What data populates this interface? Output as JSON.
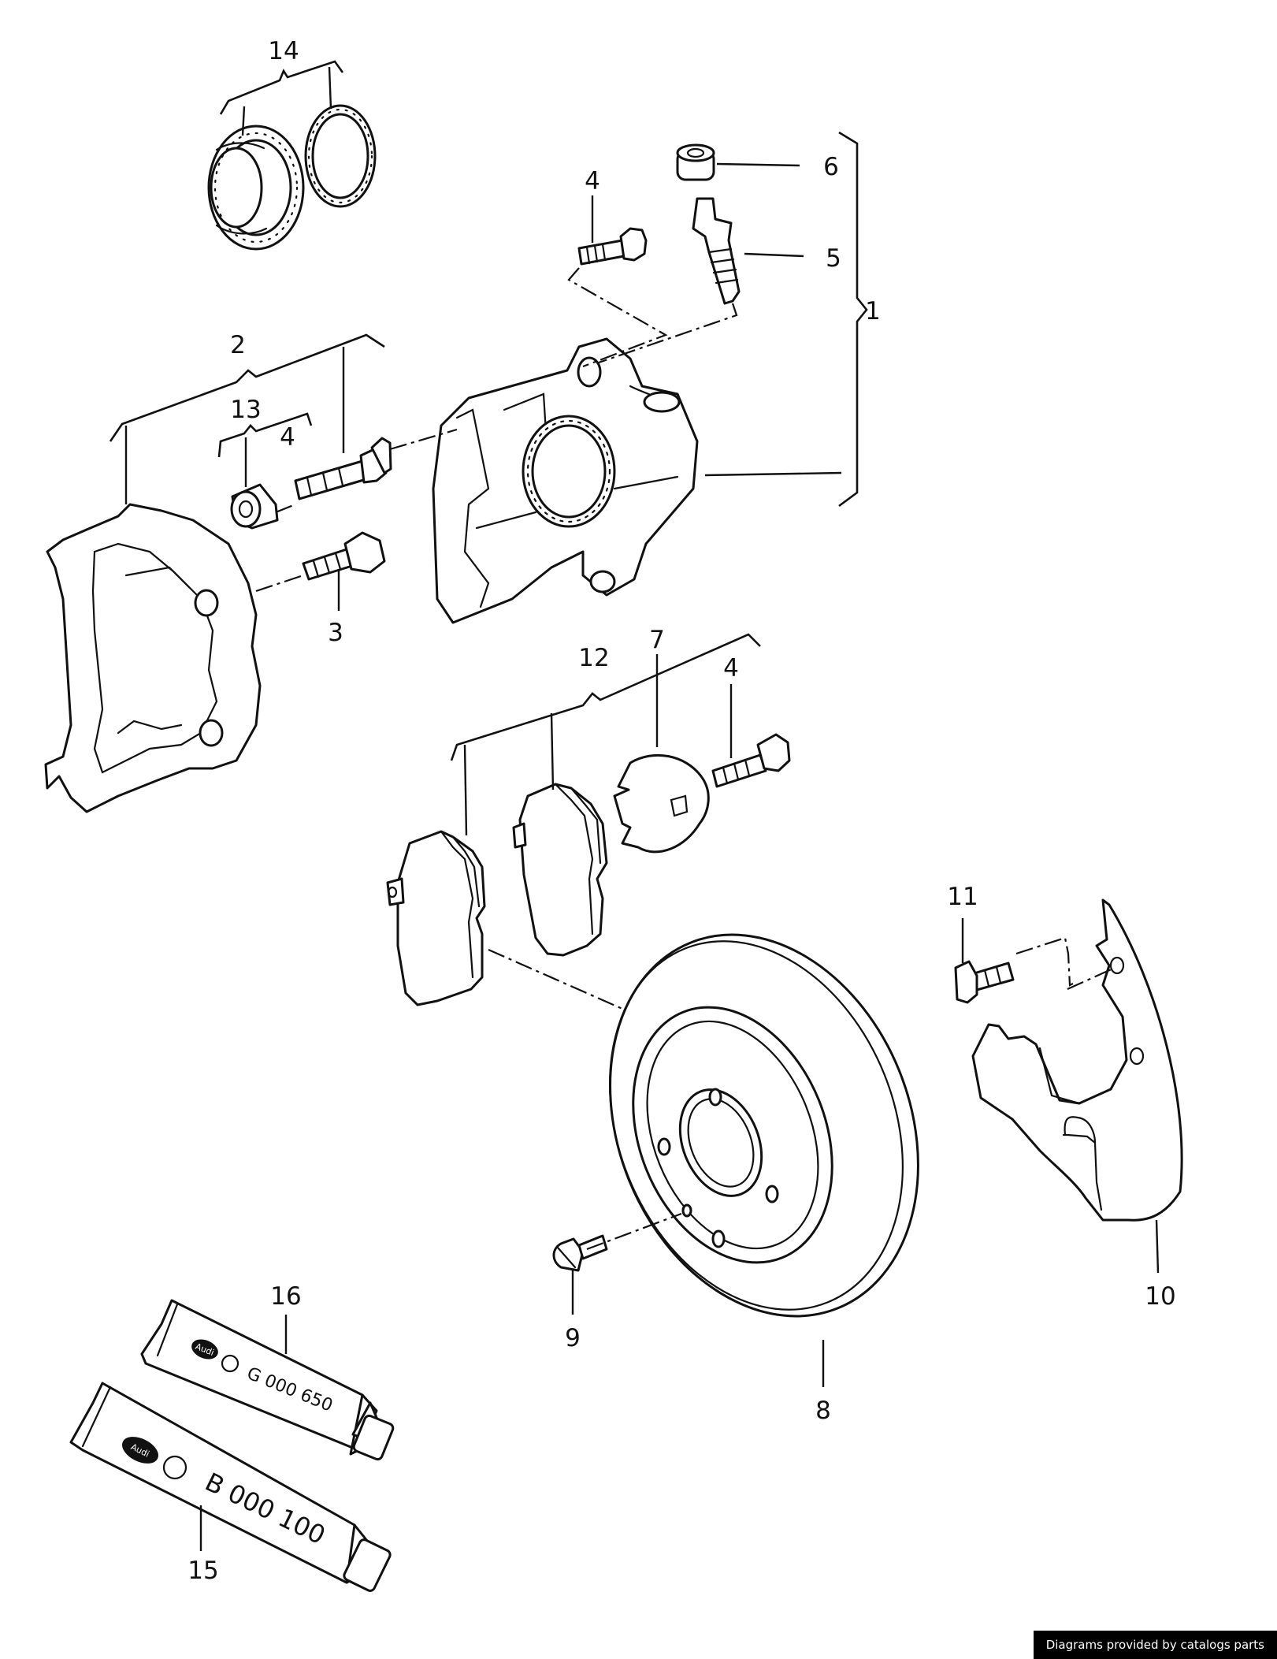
{
  "callouts": {
    "c1": "1",
    "c2": "2",
    "c3": "3",
    "c4a": "4",
    "c4b": "4",
    "c4c": "4",
    "c5": "5",
    "c6": "6",
    "c7": "7",
    "c8": "8",
    "c9": "9",
    "c10": "10",
    "c11": "11",
    "c12": "12",
    "c13": "13",
    "c14": "14",
    "c15": "15",
    "c16": "16"
  },
  "tubes": {
    "tube_16_code": "G 000 650",
    "tube_15_code": "B 000 100",
    "logo_label": "Audi"
  },
  "footer": {
    "credit": "Diagrams provided by catalogs parts"
  }
}
